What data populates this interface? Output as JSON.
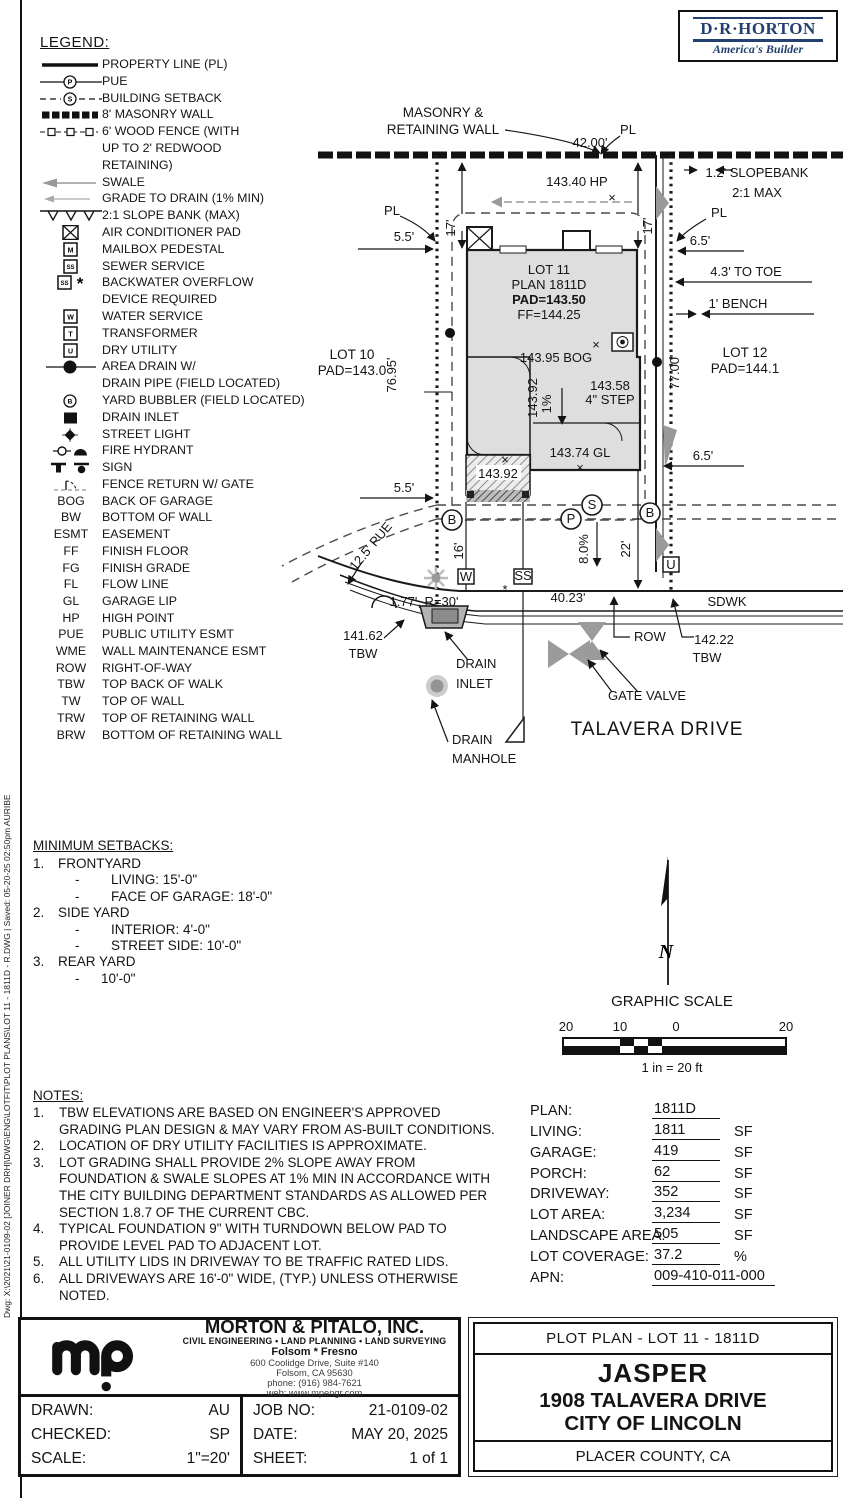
{
  "page": {
    "dwg_path": "Dwg: X:\\2021\\21-0109-02 [JOINER DRH]\\DWG\\ENG\\LOTFIT\\PLOT PLANS\\LOT 11 - 1811D - R.DWG  |  Saved: 05-20-25 02:50pm  AURIBE"
  },
  "brand": {
    "name": "D·R·HORTON",
    "tagline": "America's Builder",
    "color": "#24406f"
  },
  "legend": {
    "title": "LEGEND:",
    "items": [
      {
        "icon": "sym-property-line",
        "lines": [
          "PROPERTY LINE (PL)"
        ]
      },
      {
        "icon": "sym-pue",
        "lines": [
          "PUE"
        ]
      },
      {
        "icon": "sym-setback",
        "lines": [
          "BUILDING SETBACK"
        ]
      },
      {
        "icon": "sym-masonry",
        "lines": [
          "8' MASONRY WALL"
        ]
      },
      {
        "icon": "sym-fence",
        "lines": [
          "6' WOOD FENCE (WITH",
          "UP TO 2' REDWOOD",
          "RETAINING)"
        ]
      },
      {
        "icon": "sym-swale",
        "lines": [
          "SWALE"
        ]
      },
      {
        "icon": "sym-grade",
        "lines": [
          "GRADE TO DRAIN (1% MIN)"
        ]
      },
      {
        "icon": "sym-slope",
        "lines": [
          "2:1 SLOPE BANK (MAX)"
        ]
      },
      {
        "icon": "sym-acpad",
        "lines": [
          "AIR CONDITIONER PAD"
        ]
      },
      {
        "icon": "sym-box-m",
        "lines": [
          "MAILBOX PEDESTAL"
        ]
      },
      {
        "icon": "sym-box-ss",
        "lines": [
          "SEWER SERVICE"
        ]
      },
      {
        "icon": "sym-backwater",
        "lines": [
          "BACKWATER OVERFLOW",
          "DEVICE REQUIRED"
        ]
      },
      {
        "icon": "sym-box-w",
        "lines": [
          "WATER SERVICE"
        ]
      },
      {
        "icon": "sym-box-t",
        "lines": [
          "TRANSFORMER"
        ]
      },
      {
        "icon": "sym-box-u",
        "lines": [
          "DRY UTILITY"
        ]
      },
      {
        "icon": "sym-areadrain",
        "lines": [
          "AREA DRAIN W/",
          "DRAIN PIPE (FIELD LOCATED)"
        ]
      },
      {
        "icon": "sym-bubbler",
        "lines": [
          "YARD BUBBLER (FIELD LOCATED)"
        ]
      },
      {
        "icon": "sym-inlet",
        "lines": [
          "DRAIN INLET"
        ]
      },
      {
        "icon": "sym-light",
        "lines": [
          "STREET LIGHT"
        ]
      },
      {
        "icon": "sym-hydrant",
        "lines": [
          "FIRE HYDRANT"
        ]
      },
      {
        "icon": "sym-sign",
        "lines": [
          "SIGN"
        ]
      },
      {
        "icon": "sym-gate",
        "lines": [
          "FENCE RETURN W/ GATE"
        ]
      }
    ],
    "abbrs": [
      {
        "abbr": "BOG",
        "label": "BACK OF GARAGE"
      },
      {
        "abbr": "BW",
        "label": "BOTTOM OF WALL"
      },
      {
        "abbr": "ESMT",
        "label": "EASEMENT"
      },
      {
        "abbr": "FF",
        "label": "FINISH FLOOR"
      },
      {
        "abbr": "FG",
        "label": "FINISH GRADE"
      },
      {
        "abbr": "FL",
        "label": "FLOW LINE"
      },
      {
        "abbr": "GL",
        "label": "GARAGE LIP"
      },
      {
        "abbr": "HP",
        "label": "HIGH POINT"
      },
      {
        "abbr": "PUE",
        "label": "PUBLIC UTILITY ESMT"
      },
      {
        "abbr": "WME",
        "label": "WALL MAINTENANCE ESMT"
      },
      {
        "abbr": "ROW",
        "label": "RIGHT-OF-WAY"
      },
      {
        "abbr": "TBW",
        "label": "TOP BACK OF WALK"
      },
      {
        "abbr": "TW",
        "label": "TOP OF WALL"
      },
      {
        "abbr": "TRW",
        "label": "TOP OF RETAINING WALL"
      },
      {
        "abbr": "BRW",
        "label": "BOTTOM OF RETAINING WALL"
      }
    ]
  },
  "plan": {
    "masonry1": "MASONRY &",
    "masonry2": "RETAINING WALL",
    "pl": "PL",
    "dim42": "42.00'",
    "hp": "143.40 HP",
    "slope1": "1.2' SLOPEBANK",
    "slope2": "2:1 MAX",
    "d55": "5.5'",
    "d65": "6.5'",
    "d17": "17'",
    "toe": "4.3' TO TOE",
    "bench": "1' BENCH",
    "lot11a": "LOT 11",
    "lot11b": "PLAN 1811D",
    "lot11c": "PAD=143.50",
    "lot11d": "FF=144.25",
    "lot10a": "LOT 10",
    "lot10b": "PAD=143.0",
    "lot12a": "LOT 12",
    "lot12b": "PAD=144.1",
    "d7695": "76.95'",
    "d7700": "77.00'",
    "bog": "143.95 BOG",
    "w14392": "143.92",
    "pct1": "1%",
    "step1": "143.58",
    "step2": "4\" STEP",
    "gl": "143.74 GL",
    "pue125": "12.5' PUE",
    "d16": "16'",
    "d22": "22'",
    "pct8": "8.0%",
    "curve": "1.77', R=30'",
    "d4023": "40.23'",
    "sdwk": "SDWK",
    "tbw1a": "141.62",
    "tbw": "TBW",
    "row": "ROW",
    "tbw2a": "142.22",
    "di1": "DRAIN",
    "di2": "INLET",
    "gv": "GATE VALVE",
    "dm1": "DRAIN",
    "dm2": "MANHOLE",
    "street": "TALAVERA DRIVE",
    "xmark": "×",
    "ast": "*",
    "b": "B",
    "p": "P",
    "s": "S",
    "w": "W",
    "ss": "SS",
    "u": "U",
    "north": "N"
  },
  "scalebar": {
    "title": "GRAPHIC SCALE",
    "t1": "20",
    "t2": "10",
    "t3": "0",
    "t4": "20",
    "caption": "1 in =  20 ft"
  },
  "setbacks": {
    "title": "MINIMUM SETBACKS:",
    "lines": [
      {
        "cls": "main",
        "n": "1.",
        "t": "FRONTYARD"
      },
      {
        "cls": "sub",
        "n": "-",
        "t": "LIVING: 15'-0\""
      },
      {
        "cls": "sub",
        "n": "-",
        "t": "FACE OF GARAGE: 18'-0\""
      },
      {
        "cls": "main",
        "n": "2.",
        "t": "SIDE YARD"
      },
      {
        "cls": "sub",
        "n": "-",
        "t": "INTERIOR: 4'-0\""
      },
      {
        "cls": "sub",
        "n": "-",
        "t": "STREET SIDE: 10'-0\""
      },
      {
        "cls": "main",
        "n": "3.",
        "t": "REAR YARD"
      },
      {
        "cls": "sub2",
        "n": "-",
        "t": "10'-0\""
      }
    ]
  },
  "notes": {
    "title": "NOTES:",
    "items": [
      {
        "n": "1.",
        "t": "TBW ELEVATIONS ARE BASED ON ENGINEER'S APPROVED GRADING PLAN DESIGN & MAY VARY FROM AS-BUILT CONDITIONS."
      },
      {
        "n": "2.",
        "t": "LOCATION OF DRY UTILITY FACILITIES IS APPROXIMATE."
      },
      {
        "n": "3.",
        "t": "LOT GRADING SHALL PROVIDE 2% SLOPE AWAY FROM FOUNDATION & SWALE SLOPES AT 1% MIN IN ACCORDANCE WITH THE CITY BUILDING DEPARTMENT STANDARDS AS ALLOWED PER SECTION 1.8.7 OF THE CURRENT CBC."
      },
      {
        "n": "4.",
        "t": "TYPICAL FOUNDATION 9\" WITH TURNDOWN BELOW PAD TO PROVIDE LEVEL PAD TO ADJACENT LOT."
      },
      {
        "n": "5.",
        "t": "ALL UTILITY LIDS IN DRIVEWAY TO BE TRAFFIC RATED LIDS."
      },
      {
        "n": "6.",
        "t": "ALL DRIVEWAYS ARE 16'-0\" WIDE, (TYP.) UNLESS OTHERWISE NOTED."
      }
    ]
  },
  "plan_table": {
    "rows": [
      {
        "label": "PLAN:",
        "value": "1811D",
        "unit": ""
      },
      {
        "label": "LIVING:",
        "value": "1811",
        "unit": "SF"
      },
      {
        "label": "GARAGE:",
        "value": "419",
        "unit": "SF"
      },
      {
        "label": "PORCH:",
        "value": "62",
        "unit": "SF"
      },
      {
        "label": "DRIVEWAY:",
        "value": "352",
        "unit": "SF"
      },
      {
        "label": "LOT AREA:",
        "value": "3,234",
        "unit": "SF"
      },
      {
        "label": "LANDSCAPE AREA:",
        "value": "505",
        "unit": "SF"
      },
      {
        "label": "LOT COVERAGE:",
        "value": "37.2",
        "unit": "%"
      },
      {
        "label": "APN:",
        "value": "009-410-011-000",
        "unit": ""
      }
    ]
  },
  "titleblock": {
    "company": {
      "name": "MORTON & PITALO, INC.",
      "services": "CIVIL ENGINEERING • LAND PLANNING • LAND SURVEYING",
      "cities": "Folsom  *  Fresno",
      "addr1": "600 Coolidge Drive, Suite #140",
      "addr2": "Folsom, CA 95630",
      "phone": "phone: (916) 984-7621",
      "web": "web: www.mpengr.com"
    },
    "fields": {
      "drawn_label": "DRAWN:",
      "drawn": "AU",
      "checked_label": "CHECKED:",
      "checked": "SP",
      "scale_label": "SCALE:",
      "scale": "1\"=20'",
      "job_label": "JOB NO:",
      "job": "21-0109-02",
      "date_label": "DATE:",
      "date": "MAY 20, 2025",
      "sheet_label": "SHEET:",
      "sheet": "1 of 1"
    },
    "project": {
      "header": "PLOT  PLAN - LOT 11 - 1811D",
      "name": "JASPER",
      "address": "1908 TALAVERA DRIVE",
      "city": "CITY OF LINCOLN",
      "county": "PLACER COUNTY, CA"
    }
  }
}
